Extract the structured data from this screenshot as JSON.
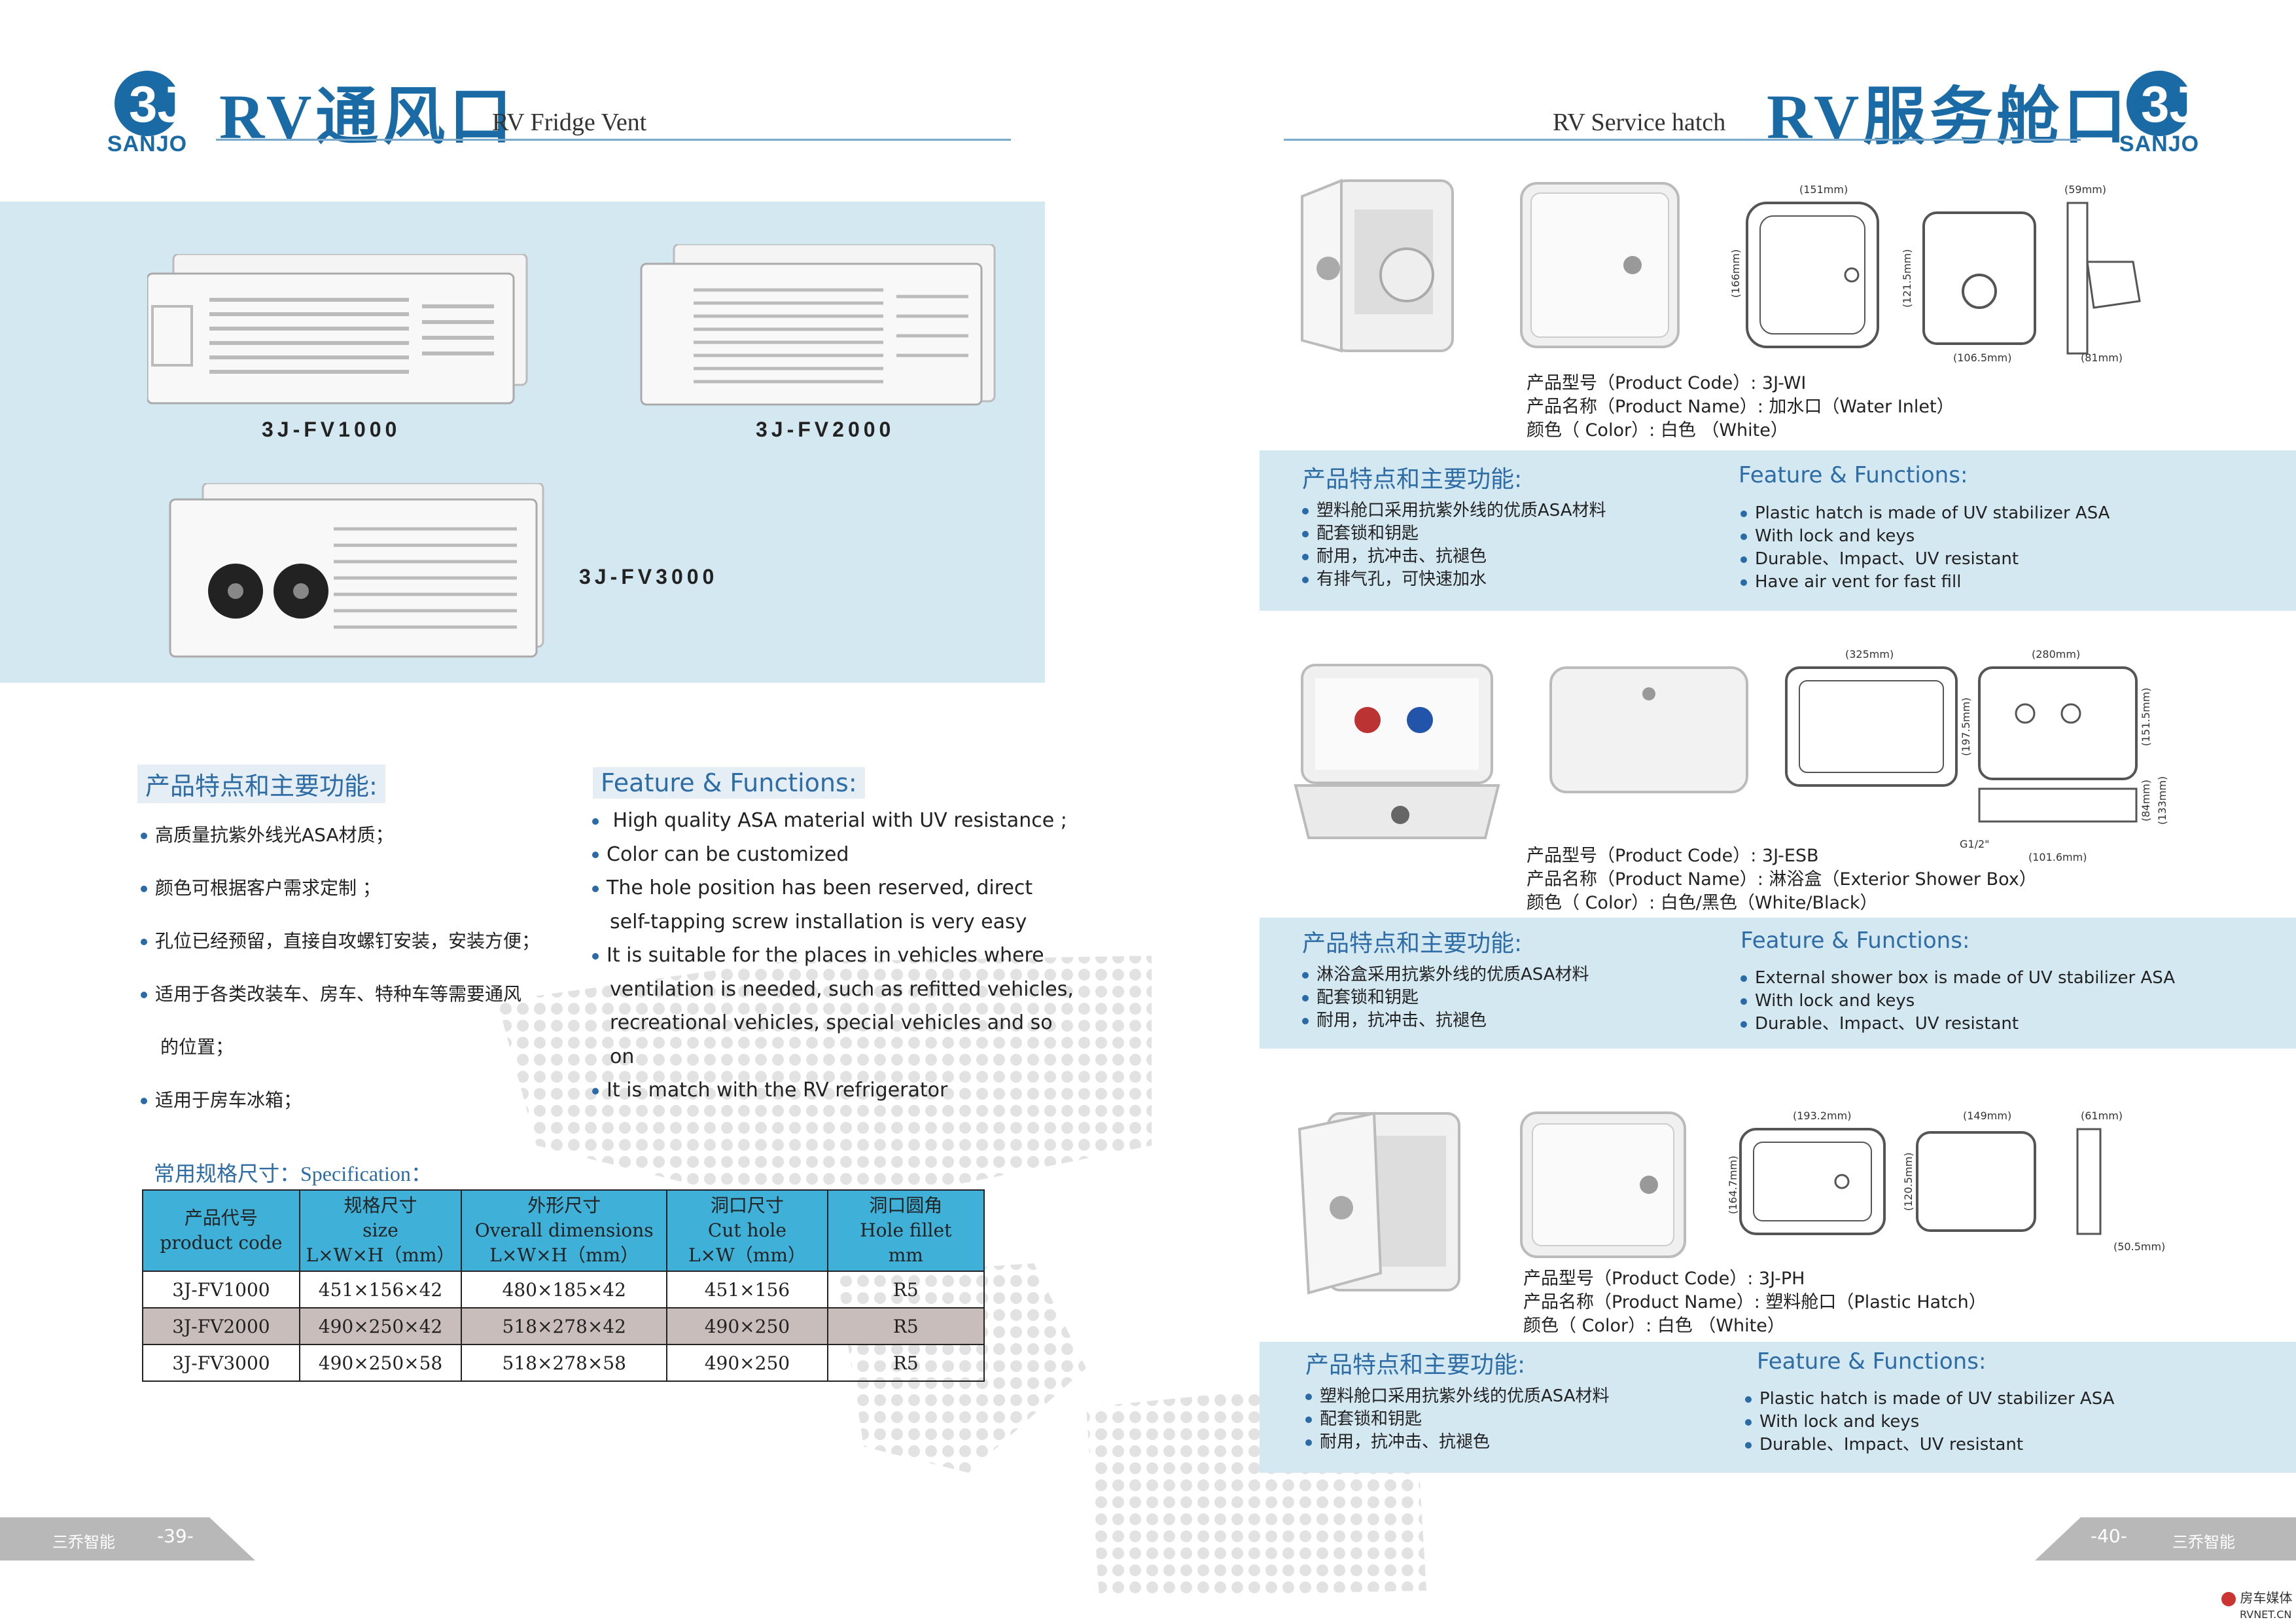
{
  "left": {
    "brand": "SANJO",
    "title_cn": "RV通风口",
    "title_en": "RV Fridge Vent",
    "products": [
      {
        "code": "3J-FV1000"
      },
      {
        "code": "3J-FV2000"
      },
      {
        "code": "3J-FV3000"
      }
    ],
    "features_cn_title": "产品特点和主要功能:",
    "features_cn": [
      "高质量抗紫外线光ASA材质；",
      "颜色可根据客户需求定制 ；",
      "孔位已经预留，直接自攻螺钉安装，安装方便；",
      "适用于各类改装车、房车、特种车等需要通风",
      "的位置；",
      "适用于房车冰箱；"
    ],
    "features_en_title": "Feature & Functions:",
    "features_en": [
      " High quality ASA material with UV resistance ;",
      "Color can be customized",
      "The hole position has been reserved, direct",
      "self-tapping screw installation is very easy",
      "It is suitable for the places in vehicles where",
      "ventilation is needed, such as refitted vehicles,",
      "recreational vehicles, special vehicles and so",
      "on",
      "It is match with the RV refrigerator"
    ],
    "spec_title": "常用规格尺寸：Specification：",
    "spec_headers": [
      [
        "产品代号",
        "product code"
      ],
      [
        "规格尺寸",
        "size",
        "L×W×H（mm）"
      ],
      [
        "外形尺寸",
        "Overall dimensions",
        "L×W×H（mm）"
      ],
      [
        "洞口尺寸",
        "Cut hole",
        "L×W（mm）"
      ],
      [
        "洞口圆角",
        "Hole fillet",
        "mm"
      ]
    ],
    "spec_rows": [
      [
        "3J-FV1000",
        "451×156×42",
        "480×185×42",
        "451×156",
        "R5"
      ],
      [
        "3J-FV2000",
        "490×250×42",
        "518×278×42",
        "490×250",
        "R5"
      ],
      [
        "3J-FV3000",
        "490×250×58",
        "518×278×58",
        "490×250",
        "R5"
      ]
    ],
    "footer_brand": "三乔智能",
    "page_num": "-39-"
  },
  "right": {
    "brand": "SANJO",
    "title_cn": "RV服务舱口",
    "title_en": "RV Service hatch",
    "products": [
      {
        "info": [
          "产品型号（Product Code）: 3J-WI",
          "产品名称（Product Name）: 加水口（Water Inlet）",
          "颜色（ Color）: 白色 （White）"
        ],
        "dims": [
          "(151mm)",
          "(166mm)",
          "(121.5mm)",
          "(106.5mm)",
          "(59mm)",
          "(81mm)"
        ],
        "cn_title": "产品特点和主要功能:",
        "cn": [
          "塑料舱口采用抗紫外线的优质ASA材料",
          "配套锁和钥匙",
          "耐用，抗冲击、抗褪色",
          "有排气孔，可快速加水"
        ],
        "en_title": "Feature & Functions:",
        "en": [
          "Plastic hatch is made of UV stabilizer ASA",
          "With lock and keys",
          "Durable、Impact、UV resistant",
          "Have air vent for fast fill"
        ]
      },
      {
        "info": [
          "产品型号（Product Code）: 3J-ESB",
          "产品名称（Product Name）: 淋浴盒（Exterior Shower Box）",
          "颜色（ Color）: 白色/黑色（White/Black）"
        ],
        "dims": [
          "(325mm)",
          "(280mm)",
          "(197.5mm)",
          "(151.5mm)",
          "(84mm)",
          "(133mm)",
          "G1/2\"",
          "(101.6mm)"
        ],
        "cn_title": "产品特点和主要功能:",
        "cn": [
          "淋浴盒采用抗紫外线的优质ASA材料",
          "配套锁和钥匙",
          "耐用，抗冲击、抗褪色"
        ],
        "en_title": "Feature & Functions:",
        "en": [
          "External shower box is made of UV stabilizer ASA",
          "With lock and keys",
          "Durable、Impact、UV resistant"
        ]
      },
      {
        "info": [
          "产品型号（Product Code）: 3J-PH",
          "产品名称（Product Name）: 塑料舱口（Plastic Hatch）",
          "颜色（ Color）: 白色 （White）"
        ],
        "dims": [
          "(193.2mm)",
          "(149mm)",
          "(61mm)",
          "(164.7mm)",
          "(120.5mm)",
          "(50.5mm)"
        ],
        "cn_title": "产品特点和主要功能:",
        "cn": [
          "塑料舱口采用抗紫外线的优质ASA材料",
          "配套锁和钥匙",
          "耐用，抗冲击、抗褪色"
        ],
        "en_title": "Feature & Functions:",
        "en": [
          "Plastic hatch is made of UV stabilizer ASA",
          "With lock and keys",
          "Durable、Impact、UV resistant"
        ]
      }
    ],
    "footer_brand": "三乔智能",
    "page_num": "-40-",
    "watermark": "房车媒体",
    "watermark_url": "RVNET.CN"
  },
  "colors": {
    "accent": "#1a6aa6",
    "panel": "#d4e8f1",
    "table_header": "#3fb0d8",
    "table_alt": "#c8bdbb"
  }
}
